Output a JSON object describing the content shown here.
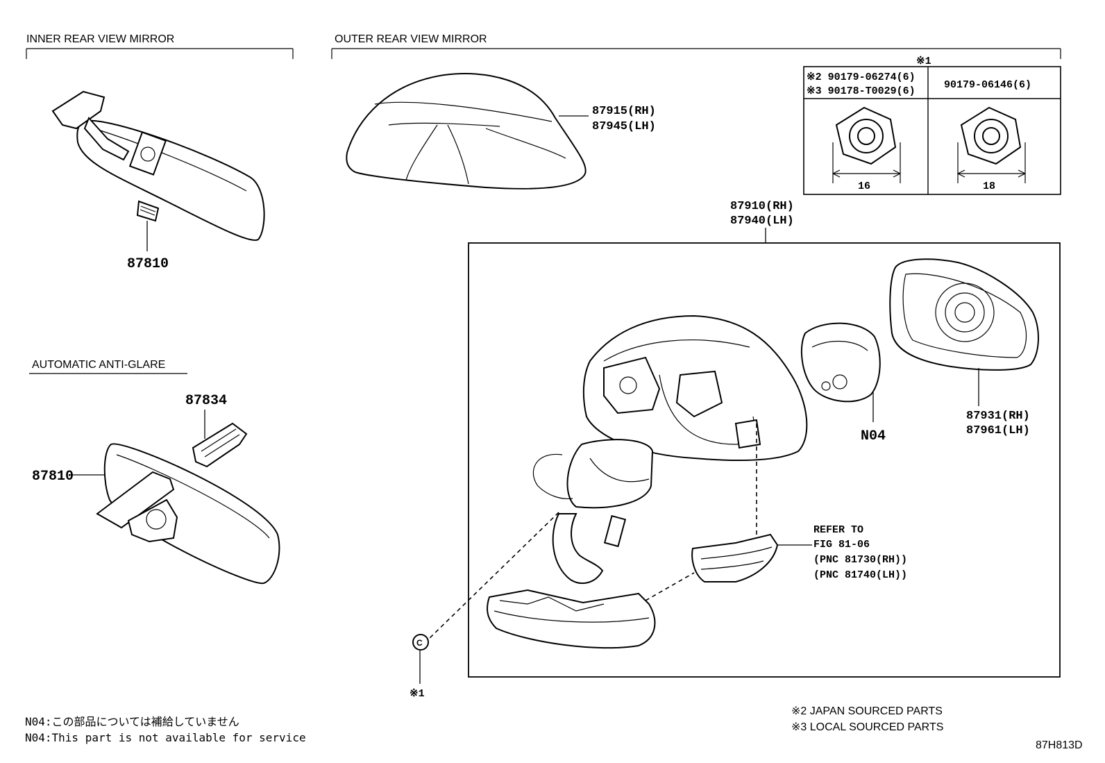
{
  "sections": {
    "inner_title": "INNER REAR VIEW MIRROR",
    "outer_title": "OUTER REAR VIEW MIRROR",
    "anti_glare_title": "AUTOMATIC ANTI-GLARE"
  },
  "part_numbers": {
    "inner_mirror": "87810",
    "anti_glare_mirror": "87810",
    "bracket": "87834",
    "cover_rh": "87915(RH)",
    "cover_lh": "87945(LH)",
    "assy_rh": "87910(RH)",
    "assy_lh": "87940(LH)",
    "glass_rh": "87931(RH)",
    "glass_lh": "87961(LH)",
    "motor": "N04"
  },
  "nut_table": {
    "ref": "※1",
    "left_line1": "※2 90179-06274(6)",
    "left_line2": "※3 90178-T0029(6)",
    "right_line1": "90179-06146(6)",
    "left_size": "16",
    "right_size": "18"
  },
  "refer": {
    "line1": "REFER TO",
    "line2": "FIG 81-06",
    "line3": "(PNC 81730(RH))",
    "line4": "(PNC 81740(LH))"
  },
  "nut_marker": "※1",
  "notes": {
    "jp": "N04:この部品については補給していません",
    "en": "N04:This part is not available for service",
    "japan_sourced": "※2 JAPAN SOURCED PARTS",
    "local_sourced": "※3 LOCAL SOURCED PARTS"
  },
  "figure_code": "87H813D"
}
